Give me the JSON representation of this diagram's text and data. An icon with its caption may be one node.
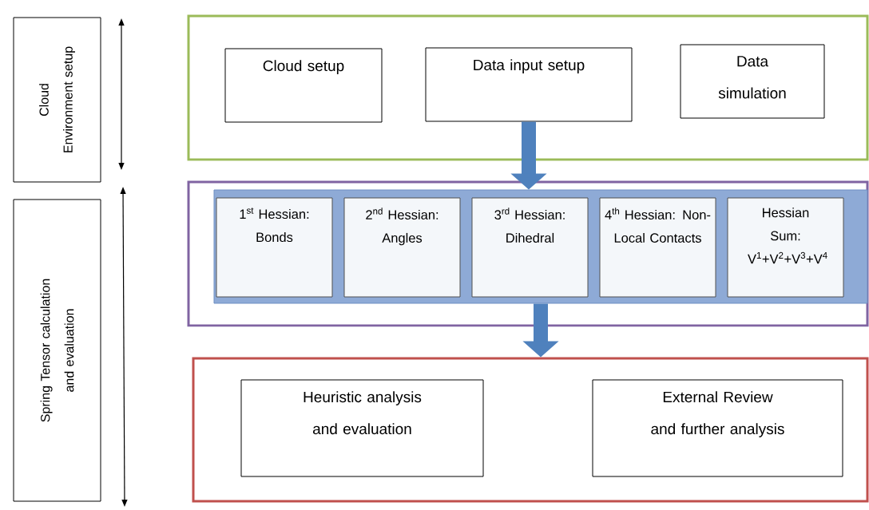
{
  "diagram": {
    "nodes": [
      {
        "text": [
          "Cloud Environment setup"
        ]
      },
      {
        "text": [
          "Spring Tensor calculation and evaluation"
        ]
      },
      {
        "text": [],
        "shape": "box"
      },
      {
        "text": [
          "Cloud setup"
        ],
        "in": 2
      },
      {
        "text": [
          "Data input setup"
        ],
        "in": 2
      },
      {
        "text": [
          "Data simulation"
        ],
        "in": 2
      },
      {
        "text": [],
        "shape": "box"
      },
      {
        "text": [],
        "shape": "bar",
        "in": 6
      },
      {
        "text": [
          "1$^{st}$ Hessian: Bonds"
        ],
        "in": 7
      },
      {
        "text": [
          "2$^{nd}$ Hessian: Angles"
        ],
        "in": 7
      },
      {
        "text": [
          "3$^{rd}$ Hessian: Dihedral"
        ],
        "in": 7
      },
      {
        "text": [
          "4$^{th}$ Hessian: Non-Local Contacts"
        ],
        "in": 7
      },
      {
        "text": [
          "Hessian Sum: V$^{1}$+V$^{2}$+V$^{3}$+V$^{4}$"
        ],
        "in": 7
      },
      {
        "text": [],
        "shape": "box"
      },
      {
        "text": [
          "Heuristic analysis and evaluation"
        ],
        "in": 13
      },
      {
        "text": [
          "External Review and further analysis"
        ],
        "in": 13
      }
    ],
    "edges": [
      {
        "from": 4,
        "to": 7,
        "arrow": "to"
      },
      {
        "from": 7,
        "to": 13,
        "arrow": "to"
      }
    ]
  }
}
